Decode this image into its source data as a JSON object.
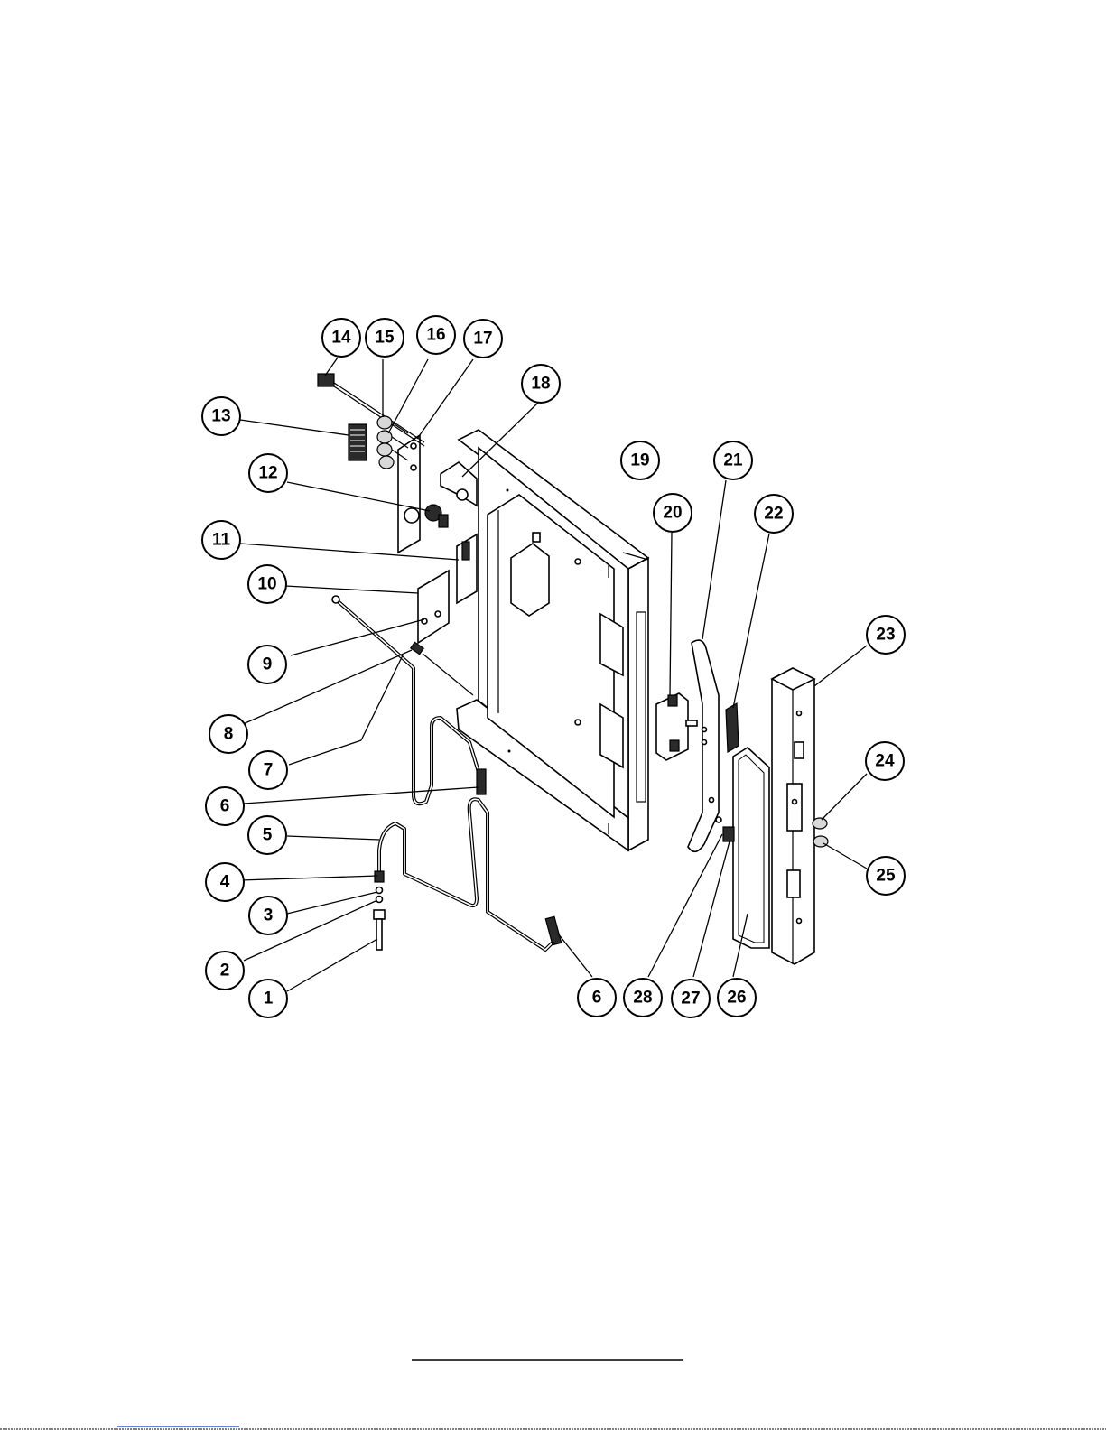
{
  "diagram": {
    "callouts": [
      "14",
      "15",
      "16",
      "17",
      "18",
      "13",
      "12",
      "19",
      "21",
      "20",
      "22",
      "11",
      "10",
      "9",
      "23",
      "8",
      "24",
      "7",
      "6",
      "5",
      "25",
      "4",
      "3",
      "2",
      "1",
      "6",
      "28",
      "27",
      "26"
    ]
  },
  "colors": {
    "ink": "#000000",
    "paper": "#ffffff"
  }
}
